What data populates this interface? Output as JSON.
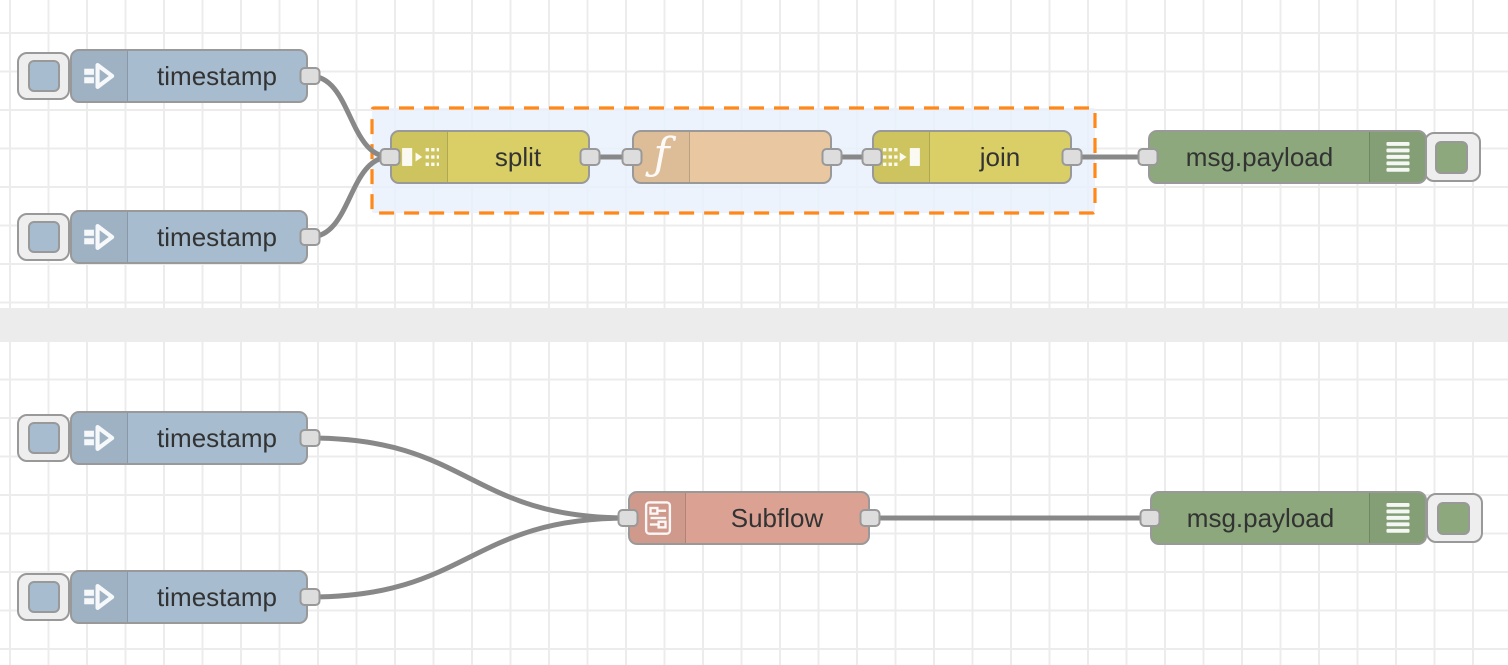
{
  "app": {
    "name": "Node-RED flow editor canvas"
  },
  "colors": {
    "canvas_bg": "#ffffff",
    "grid_line": "#ececec",
    "divider_band": "#ececec",
    "inject_node": "#a7bccf",
    "split_join_node": "#d9cf66",
    "function_node": "#e9c7a1",
    "debug_node": "#8ca87c",
    "subflow_node": "#dba294",
    "node_border": "#999999",
    "wire": "#888888",
    "port_fill": "#dddddd",
    "port_border": "#999999",
    "label_text": "#333333",
    "selection_fill": "#e9f1fb",
    "selection_border": "#ff8818",
    "button_bg": "#eeeeee",
    "button_border": "#999999",
    "icon_white": "#ffffff"
  },
  "nodes": {
    "inject1": {
      "type": "inject",
      "label": "timestamp"
    },
    "inject2": {
      "type": "inject",
      "label": "timestamp"
    },
    "split": {
      "type": "split",
      "label": "split"
    },
    "function": {
      "type": "function",
      "label": ""
    },
    "join": {
      "type": "join",
      "label": "join"
    },
    "debug1": {
      "type": "debug",
      "label": "msg.payload"
    },
    "inject3": {
      "type": "inject",
      "label": "timestamp"
    },
    "inject4": {
      "type": "inject",
      "label": "timestamp"
    },
    "subflow": {
      "type": "subflow",
      "label": "Subflow"
    },
    "debug2": {
      "type": "debug",
      "label": "msg.payload"
    }
  },
  "icons": {
    "function_glyph": "ƒ",
    "inject": "arrow-right-icon",
    "split": "split-icon",
    "join": "join-icon",
    "debug": "list-lines-icon",
    "subflow": "subflow-diagram-icon"
  }
}
